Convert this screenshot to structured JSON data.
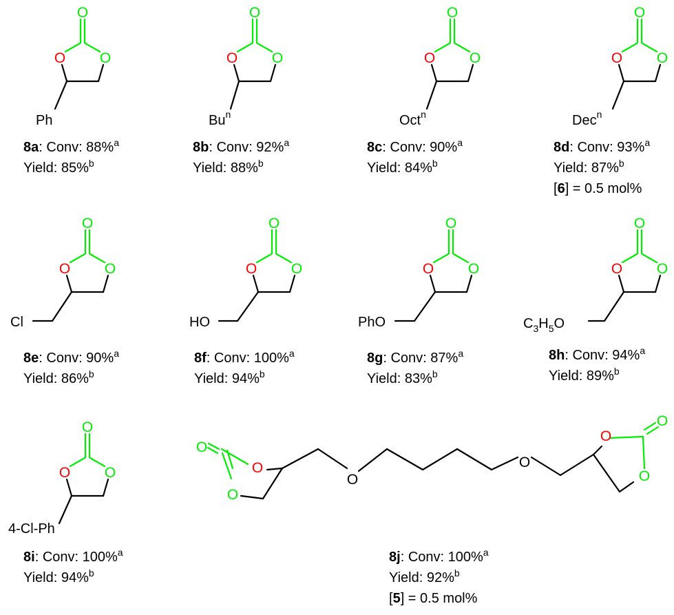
{
  "colors": {
    "bond": "#000000",
    "carbonyl": "#00ee00",
    "ring_oxygen": "#ff0000"
  },
  "atom": {
    "O": "O"
  },
  "compounds": [
    {
      "id": "8a",
      "substituent": "Ph",
      "sub_sup": "",
      "conv_label": "Conv: 88%",
      "conv_note": "a",
      "yield_label": "Yield: 85%",
      "yield_note": "b",
      "extra": null
    },
    {
      "id": "8b",
      "substituent": "Bu",
      "sub_sup": "n",
      "conv_label": "Conv: 92%",
      "conv_note": "a",
      "yield_label": "Yield: 88%",
      "yield_note": "b",
      "extra": null
    },
    {
      "id": "8c",
      "substituent": "Oct",
      "sub_sup": "n",
      "conv_label": "Conv: 90%",
      "conv_note": "a",
      "yield_label": "Yield: 84%",
      "yield_note": "b",
      "extra": null
    },
    {
      "id": "8d",
      "substituent": "Dec",
      "sub_sup": "n",
      "conv_label": "Conv: 93%",
      "conv_note": "a",
      "yield_label": "Yield: 87%",
      "yield_note": "b",
      "extra": {
        "cat": "6",
        "text": " = 0.5 mol%"
      }
    },
    {
      "id": "8e",
      "substituent": "Cl",
      "sub_sup": "",
      "conv_label": "Conv: 90%",
      "conv_note": "a",
      "yield_label": "Yield: 86%",
      "yield_note": "b",
      "extra": null
    },
    {
      "id": "8f",
      "substituent": "HO",
      "sub_sup": "",
      "conv_label": "Conv: 100%",
      "conv_note": "a",
      "yield_label": "Yield: 94%",
      "yield_note": "b",
      "extra": null
    },
    {
      "id": "8g",
      "substituent": "PhO",
      "sub_sup": "",
      "conv_label": "Conv: 87%",
      "conv_note": "a",
      "yield_label": "Yield: 83%",
      "yield_note": "b",
      "extra": null
    },
    {
      "id": "8h",
      "substituent_parts": [
        "C",
        "3",
        "H",
        "5",
        "O"
      ],
      "conv_label": "Conv: 94%",
      "conv_note": "a",
      "yield_label": "Yield: 89%",
      "yield_note": "b",
      "extra": null
    },
    {
      "id": "8i",
      "substituent": "4-Cl-Ph",
      "sub_sup": "",
      "conv_label": "Conv: 100%",
      "conv_note": "a",
      "yield_label": "Yield: 94%",
      "yield_note": "b",
      "extra": null
    },
    {
      "id": "8j",
      "conv_label": "Conv: 100%",
      "conv_note": "a",
      "yield_label": "Yield: 92%",
      "yield_note": "b",
      "extra": {
        "cat": "5",
        "text": " = 0.5 mol%"
      }
    }
  ]
}
